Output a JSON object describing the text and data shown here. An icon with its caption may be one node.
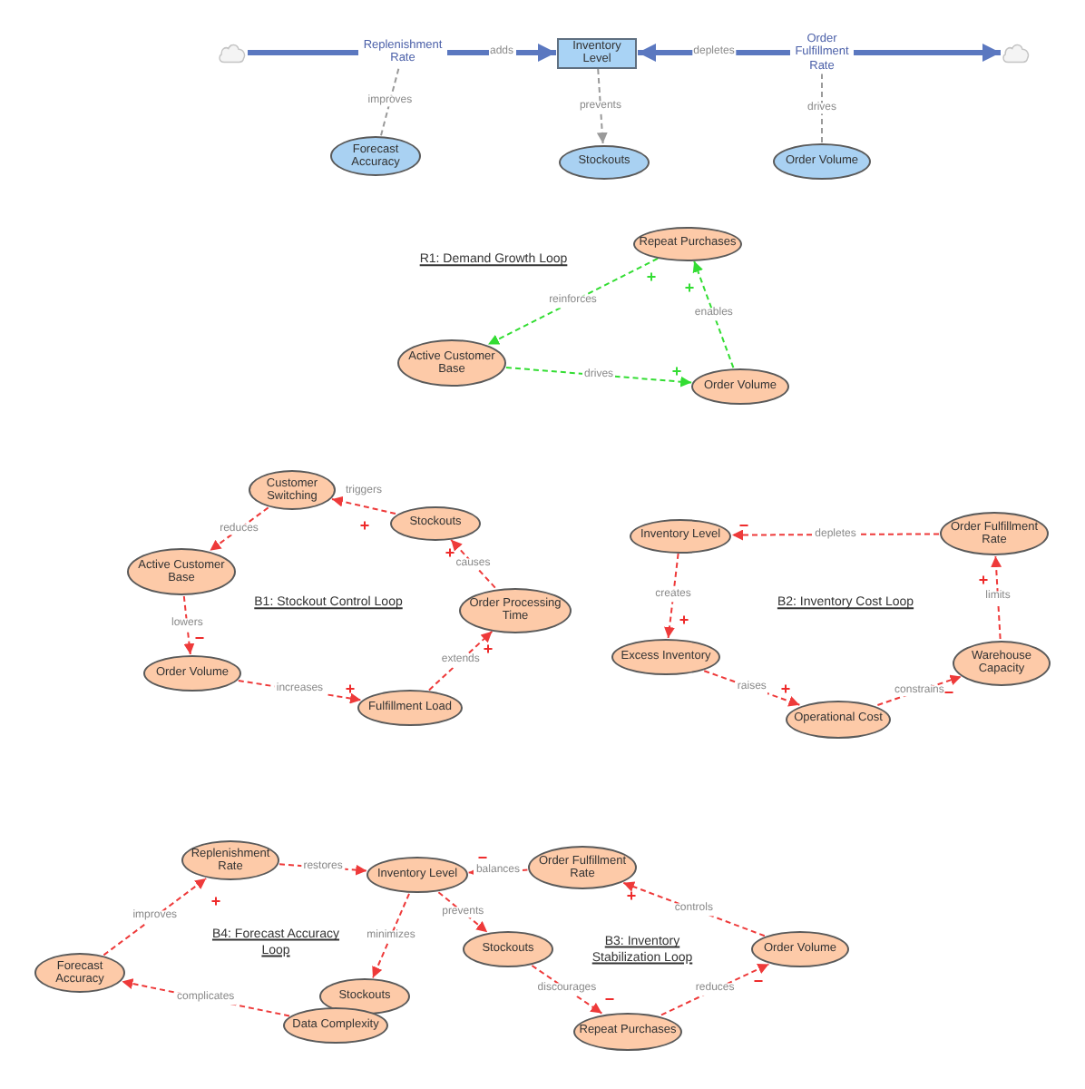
{
  "diagram": {
    "nodes": [
      {
        "text": [],
        "shape": "cloud"
      },
      {
        "text": [
          "Replenishment Rate"
        ]
      },
      {
        "text": [
          "Inventory Level"
        ]
      },
      {
        "text": [
          "Order Fulfillment Rate"
        ]
      },
      {
        "text": [],
        "shape": "cloud"
      },
      {
        "text": [
          "Forecast Accuracy"
        ]
      },
      {
        "text": [
          "Stockouts"
        ]
      },
      {
        "text": [
          "Order Volume"
        ]
      },
      {
        "text": [
          "Repeat Purchases"
        ]
      },
      {
        "text": [
          "Active Customer Base"
        ]
      },
      {
        "text": [
          "Order Volume"
        ]
      },
      {
        "text": [
          "Customer Switching"
        ]
      },
      {
        "text": [
          "Stockouts"
        ]
      },
      {
        "text": [
          "Active Customer Base"
        ]
      },
      {
        "text": [
          "Order Processing Time"
        ]
      },
      {
        "text": [
          "Order Volume"
        ]
      },
      {
        "text": [
          "Fulfillment Load"
        ]
      },
      {
        "text": [
          "Inventory Level"
        ]
      },
      {
        "text": [
          "Order Fulfillment Rate"
        ]
      },
      {
        "text": [
          "Excess Inventory"
        ]
      },
      {
        "text": [
          "Warehouse Capacity"
        ]
      },
      {
        "text": [
          "Operational Cost"
        ]
      },
      {
        "text": [
          "Replenishment Rate"
        ]
      },
      {
        "text": [
          "Order Fulfillment Rate"
        ]
      },
      {
        "text": [
          "Inventory Level"
        ]
      },
      {
        "text": [
          "Stockouts"
        ]
      },
      {
        "text": [
          "Order Volume"
        ]
      },
      {
        "text": [
          "Forecast Accuracy"
        ]
      },
      {
        "text": [
          "Stockouts"
        ]
      },
      {
        "text": [
          "Data Complexity"
        ]
      },
      {
        "text": [
          "Repeat Purchases"
        ]
      }
    ],
    "edges": [
      {
        "from": 0,
        "to": 1,
        "arrow": "none",
        "style": "thick",
        "color": "#5b78c0"
      },
      {
        "from": 1,
        "to": 2,
        "arrow": "to",
        "label": "adds",
        "style": "thick",
        "color": "#5b78c0"
      },
      {
        "from": 3,
        "to": 2,
        "arrow": "to",
        "label": "depletes",
        "style": "thick",
        "color": "#5b78c0"
      },
      {
        "from": 3,
        "to": 4,
        "arrow": "to",
        "style": "thick",
        "color": "#5b78c0"
      },
      {
        "from": 5,
        "to": 1,
        "arrow": "none",
        "label": "improves",
        "style": "dashed",
        "color": "#9a9a9a"
      },
      {
        "from": 2,
        "to": 6,
        "arrow": "to",
        "label": "prevents",
        "style": "dashed",
        "color": "#9a9a9a"
      },
      {
        "from": 7,
        "to": 3,
        "arrow": "none",
        "label": "drives",
        "style": "dashed",
        "color": "#9a9a9a"
      },
      {
        "from": 8,
        "to": 9,
        "arrow": "to",
        "label": "reinforces",
        "style": "dashed",
        "color": "#33dd33"
      },
      {
        "from": 9,
        "to": 10,
        "arrow": "to",
        "label": "drives",
        "style": "dashed",
        "color": "#33dd33"
      },
      {
        "from": 10,
        "to": 8,
        "arrow": "to",
        "label": "enables",
        "style": "dashed",
        "color": "#33dd33"
      },
      {
        "from": 12,
        "to": 11,
        "arrow": "to",
        "label": "triggers",
        "style": "dashed"
      },
      {
        "from": 11,
        "to": 13,
        "arrow": "to",
        "label": "reduces",
        "style": "dashed"
      },
      {
        "from": 13,
        "to": 15,
        "arrow": "to",
        "label": "lowers",
        "style": "dashed"
      },
      {
        "from": 15,
        "to": 16,
        "arrow": "to",
        "label": "increases",
        "style": "dashed"
      },
      {
        "from": 16,
        "to": 14,
        "arrow": "to",
        "label": "extends",
        "style": "dashed"
      },
      {
        "from": 14,
        "to": 12,
        "arrow": "to",
        "label": "causes",
        "style": "dashed"
      },
      {
        "from": 18,
        "to": 17,
        "arrow": "to",
        "label": "depletes",
        "style": "dashed"
      },
      {
        "from": 17,
        "to": 19,
        "arrow": "to",
        "label": "creates",
        "style": "dashed"
      },
      {
        "from": 19,
        "to": 21,
        "arrow": "to",
        "label": "raises",
        "style": "dashed"
      },
      {
        "from": 21,
        "to": 20,
        "arrow": "to",
        "label": "constrains",
        "style": "dashed"
      },
      {
        "from": 20,
        "to": 18,
        "arrow": "to",
        "label": "limits",
        "style": "dashed"
      },
      {
        "from": 22,
        "to": 24,
        "arrow": "to",
        "label": "restores",
        "style": "dashed"
      },
      {
        "from": 24,
        "to": 28,
        "arrow": "to",
        "label": "minimizes",
        "style": "dashed"
      },
      {
        "from": 24,
        "to": 25,
        "arrow": "to",
        "label": "prevents",
        "style": "dashed"
      },
      {
        "from": 27,
        "to": 22,
        "arrow": "to",
        "label": "improves",
        "style": "dashed"
      },
      {
        "from": 29,
        "to": 27,
        "arrow": "to",
        "label": "complicates",
        "style": "dashed"
      },
      {
        "from": 23,
        "to": 24,
        "arrow": "to",
        "label": "balances",
        "style": "dashed"
      },
      {
        "from": 26,
        "to": 23,
        "arrow": "to",
        "label": "controls",
        "style": "dashed"
      },
      {
        "from": 25,
        "to": 30,
        "arrow": "to",
        "label": "discourages",
        "style": "dashed"
      },
      {
        "from": 30,
        "to": 26,
        "arrow": "to",
        "label": "reduces",
        "style": "dashed"
      }
    ],
    "labels": [
      "R1: Demand Growth Loop",
      "+",
      "+",
      "+",
      "+",
      "−",
      "+",
      "+",
      "B1: Stockout Control Loop",
      "B2: Inventory Cost Loop",
      "+",
      "−",
      "+",
      "−",
      "+",
      "+",
      "−",
      "+",
      "+",
      "B4: Forecast Accuracy Loop",
      "B3: Inventory Stabilization Loop",
      "−",
      "−"
    ]
  }
}
